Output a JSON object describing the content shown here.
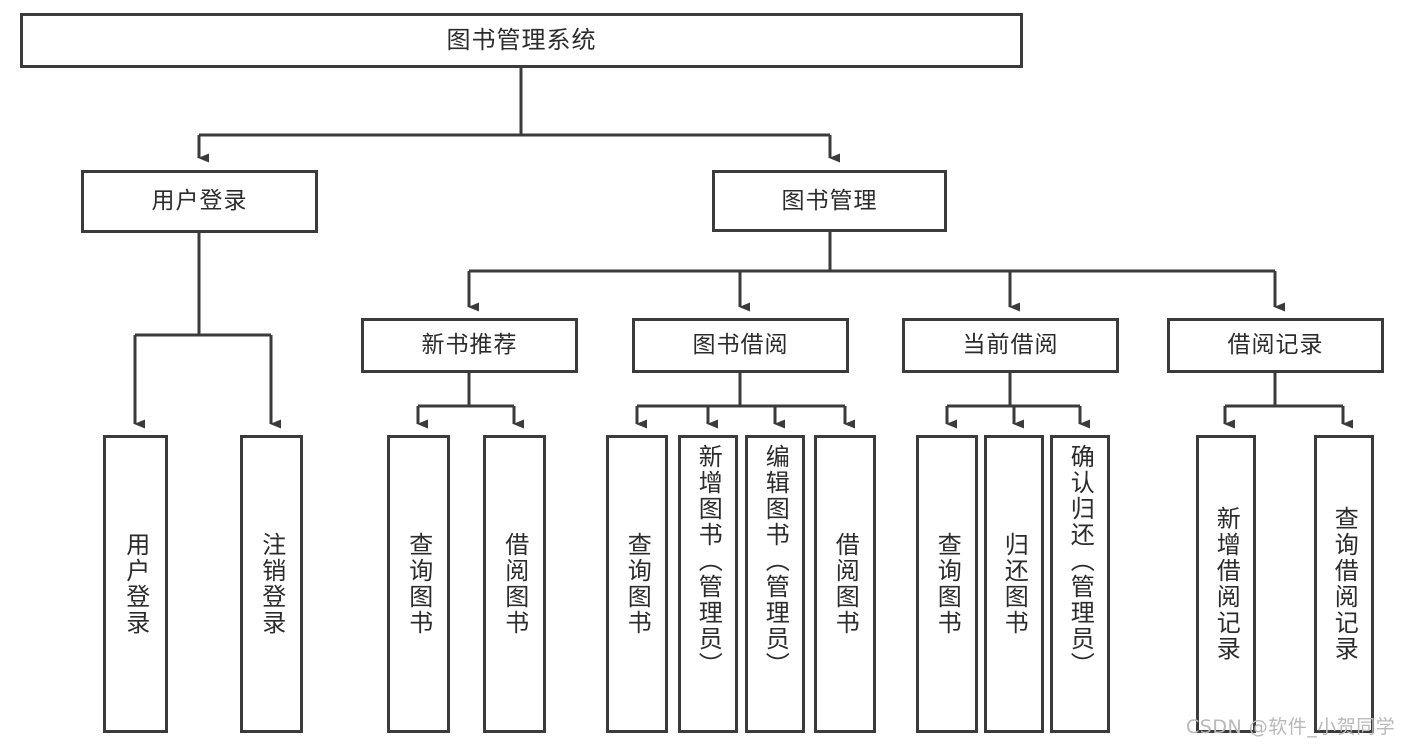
{
  "diagram": {
    "title": "图书管理系统",
    "root": {
      "label": "图书管理系统"
    },
    "level2": [
      {
        "label": "用户登录"
      },
      {
        "label": "图书管理"
      }
    ],
    "level3": [
      {
        "label": "新书推荐"
      },
      {
        "label": "图书借阅"
      },
      {
        "label": "当前借阅"
      },
      {
        "label": "借阅记录"
      }
    ],
    "leaves": {
      "user_login": [
        {
          "label": "用户登录"
        },
        {
          "label": "注销登录"
        }
      ],
      "new_book_recommend": [
        {
          "label": "查询图书"
        },
        {
          "label": "借阅图书"
        }
      ],
      "book_borrow": [
        {
          "label": "查询图书"
        },
        {
          "label": "新增图书（管理员）"
        },
        {
          "label": "编辑图书（管理员）"
        },
        {
          "label": "借阅图书"
        }
      ],
      "current_borrow": [
        {
          "label": "查询图书"
        },
        {
          "label": "归还图书"
        },
        {
          "label": "确认归还（管理员）"
        }
      ],
      "borrow_record": [
        {
          "label": "新增借阅记录"
        },
        {
          "label": "查询借阅记录"
        }
      ]
    }
  },
  "watermark": {
    "text": "CSDN @软件_小贺同学"
  },
  "colors": {
    "stroke": "#3b3b3b",
    "fill": "#ffffff",
    "text": "#2b2b2b",
    "watermark": "#b9b9b9"
  }
}
